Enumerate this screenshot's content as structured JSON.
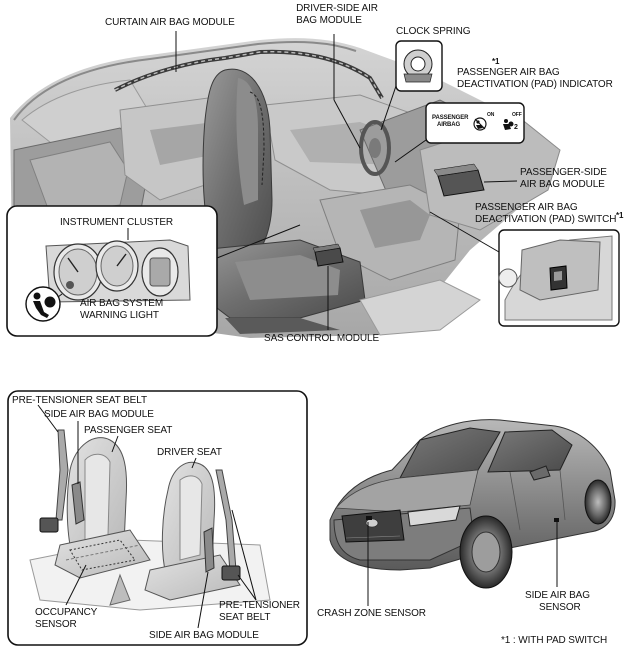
{
  "labels": {
    "curtain_air_bag_module": "CURTAIN AIR BAG MODULE",
    "driver_side_air_bag_module_l1": "DRIVER-SIDE AIR",
    "driver_side_air_bag_module_l2": "BAG MODULE",
    "clock_spring": "CLOCK SPRING",
    "footnote_marker": "*1",
    "pad_indicator_l1": "PASSENGER AIR BAG",
    "pad_indicator_l2": "DEACTIVATION (PAD) INDICATOR",
    "passenger_side_air_bag_module_l1": "PASSENGER-SIDE",
    "passenger_side_air_bag_module_l2": "AIR BAG MODULE",
    "pad_switch_l1": "PASSENGER AIR BAG",
    "pad_switch_l2": "DEACTIVATION (PAD) SWITCH",
    "instrument_cluster": "INSTRUMENT CLUSTER",
    "warning_light_l1": "AIR BAG SYSTEM",
    "warning_light_l2": "WARNING LIGHT",
    "sas_control_module": "SAS CONTROL MODULE",
    "pre_tensioner_seat_belt_top": "PRE-TENSIONER SEAT BELT",
    "side_air_bag_module_top": "SIDE AIR BAG MODULE",
    "passenger_seat": "PASSENGER SEAT",
    "driver_seat": "DRIVER SEAT",
    "occupancy_sensor_l1": "OCCUPANCY",
    "occupancy_sensor_l2": "SENSOR",
    "pre_tensioner_seat_belt_r_l1": "PRE-TENSIONER",
    "pre_tensioner_seat_belt_r_l2": "SEAT BELT",
    "side_air_bag_module_bottom": "SIDE AIR BAG MODULE",
    "crash_zone_sensor": "CRASH ZONE SENSOR",
    "side_air_bag_sensor_l1": "SIDE AIR BAG",
    "side_air_bag_sensor_l2": "SENSOR",
    "footnote": "*1 : WITH PAD SWITCH"
  },
  "indicator_panel": {
    "passenger_airbag_l1": "PASSENGER",
    "passenger_airbag_l2": "AIRBAG",
    "on": "ON",
    "off": "OFF",
    "seat_number": "2"
  },
  "icons": [
    "airbag-warning-icon",
    "passenger-airbag-off-icon"
  ]
}
